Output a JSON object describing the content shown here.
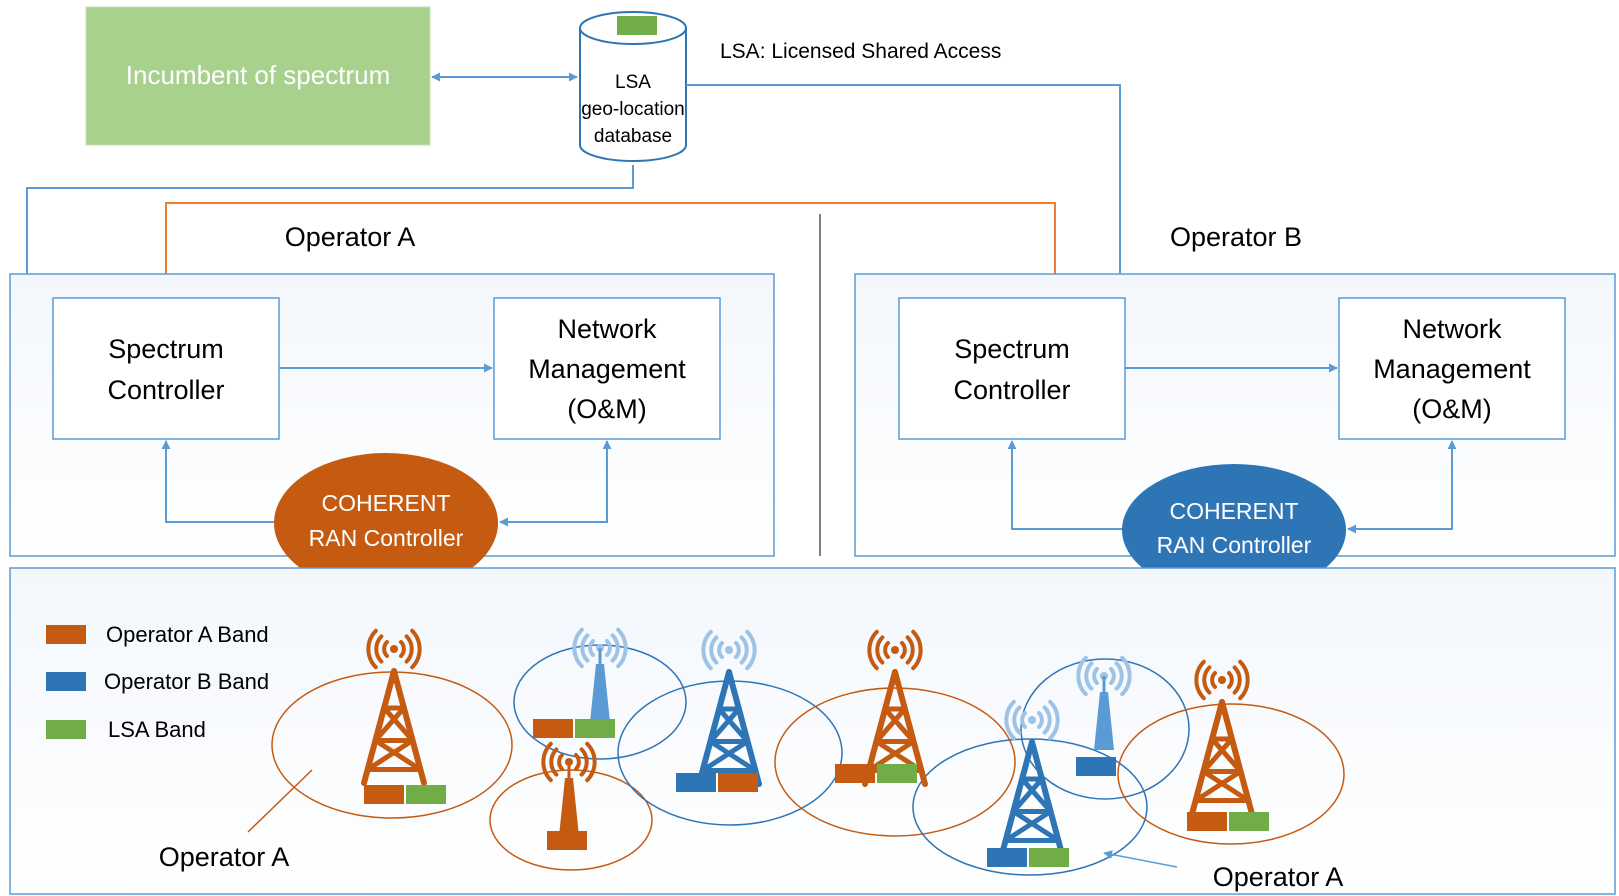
{
  "incumbent": {
    "label": "Incumbent of spectrum"
  },
  "database": {
    "line1": "LSA",
    "line2": "geo-location",
    "line3": "database"
  },
  "lsa_note": "LSA: Licensed Shared Access",
  "operator_a": {
    "title": "Operator A",
    "spectrum_line1": "Spectrum",
    "spectrum_line2": "Controller",
    "network_line1": "Network",
    "network_line2": "Management",
    "network_line3": "(O&M)",
    "coherent_line1": "COHERENT",
    "coherent_line2": "RAN Controller"
  },
  "operator_b": {
    "title": "Operator B",
    "spectrum_line1": "Spectrum",
    "spectrum_line2": "Controller",
    "network_line1": "Network",
    "network_line2": "Management",
    "network_line3": "(O&M)",
    "coherent_line1": "COHERENT",
    "coherent_line2": "RAN Controller"
  },
  "legend": {
    "items": [
      {
        "label": "Operator A Band",
        "color": "#C55A11"
      },
      {
        "label": "Operator B Band",
        "color": "#2E75B6"
      },
      {
        "label": "LSA Band",
        "color": "#70AD47"
      }
    ]
  },
  "callouts": {
    "left": "Operator A",
    "right": "Operator A"
  },
  "colors": {
    "operator_a": "#C55A11",
    "operator_b": "#2E75B6",
    "lsa": "#70AD47",
    "link_blue": "#5B9BD5",
    "incumbent_fill": "#A9D18E",
    "small_cell_blue": "#5B9BD5",
    "signal_gray": "#9DC3E6"
  }
}
